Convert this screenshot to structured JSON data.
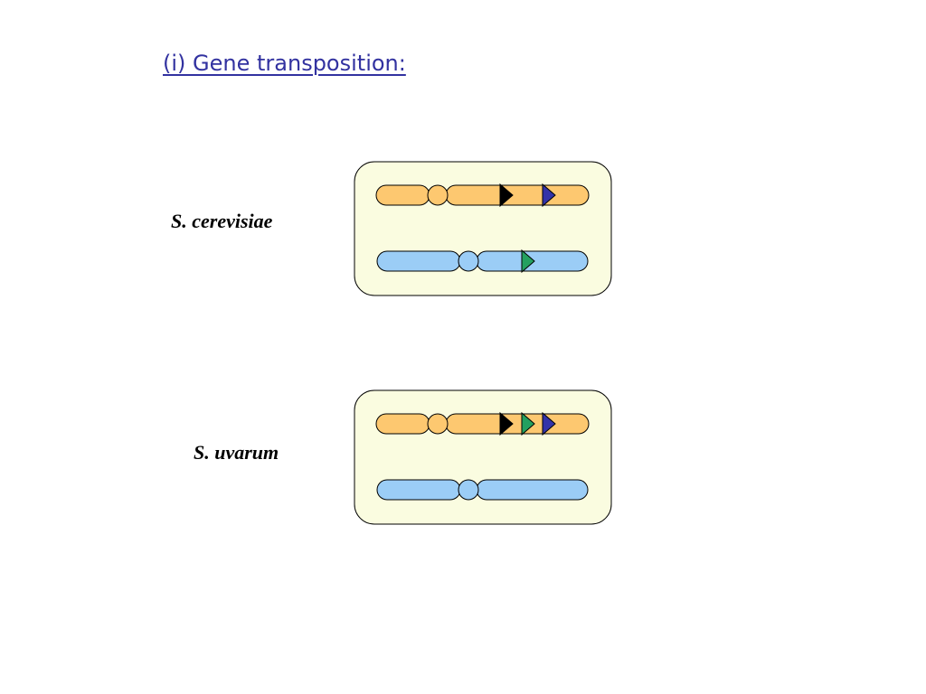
{
  "title": "(i) Gene transposition:",
  "species": [
    {
      "name": "S. cerevisiae"
    },
    {
      "name": "S. uvarum"
    }
  ],
  "colors": {
    "title": "#3232a0",
    "panel_fill": "#fafce0",
    "chromosome_orange": "#fdc870",
    "chromosome_blue": "#9bcdf6",
    "gene_black": "#000000",
    "gene_blue": "#3333a8",
    "gene_green": "#24a060",
    "outline": "#000000"
  }
}
